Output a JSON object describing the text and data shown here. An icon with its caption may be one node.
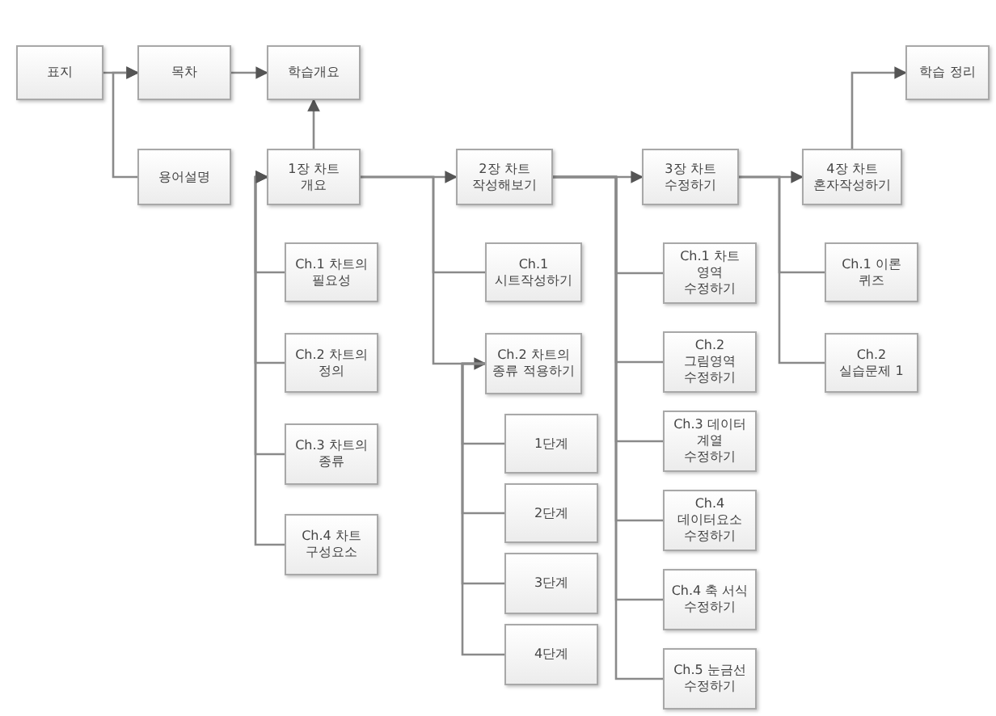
{
  "diagram": {
    "nodes": [
      {
        "text": [
          "표지"
        ]
      },
      {
        "text": [
          "목차"
        ]
      },
      {
        "text": [
          "학습개요"
        ]
      },
      {
        "text": [
          "용어설명"
        ]
      },
      {
        "text": [
          "1장 차트 개요"
        ]
      },
      {
        "text": [
          "Ch.1 차트의 필요성"
        ]
      },
      {
        "text": [
          "Ch.2 차트의 정의"
        ]
      },
      {
        "text": [
          "Ch.3 차트의 종류"
        ]
      },
      {
        "text": [
          "Ch.4 차트 구성요소"
        ]
      },
      {
        "text": [
          "2장 차트 작성해보기"
        ]
      },
      {
        "text": [
          "Ch.1 시트작성하기"
        ]
      },
      {
        "text": [
          "Ch.2 차트의 종류 적용하기"
        ]
      },
      {
        "text": [
          "1단계"
        ]
      },
      {
        "text": [
          "2단계"
        ]
      },
      {
        "text": [
          "3단계"
        ]
      },
      {
        "text": [
          "4단계"
        ]
      },
      {
        "text": [
          "3장 차트 수정하기"
        ]
      },
      {
        "text": [
          "Ch.1 차트 영역 수정하기"
        ]
      },
      {
        "text": [
          "Ch.2 그림영역 수정하기"
        ]
      },
      {
        "text": [
          "Ch.3 데이터 계열 수정하기"
        ]
      },
      {
        "text": [
          "Ch.4 데이터요소 수정하기"
        ]
      },
      {
        "text": [
          "Ch.4 축 서식 수정하기"
        ]
      },
      {
        "text": [
          "Ch.5 눈금선 수정하기"
        ]
      },
      {
        "text": [
          "4장 차트 혼자작성하기"
        ]
      },
      {
        "text": [
          "Ch.1 이론 퀴즈"
        ]
      },
      {
        "text": [
          "Ch.2 실습문제 1"
        ]
      },
      {
        "text": [
          "학습 정리"
        ]
      }
    ],
    "edges": [
      {
        "from": 0,
        "to": 1,
        "arrow": "to"
      },
      {
        "from": 3,
        "to": 1,
        "arrow": "to"
      },
      {
        "from": 1,
        "to": 2,
        "arrow": "to"
      },
      {
        "from": 4,
        "to": 2,
        "arrow": "to"
      },
      {
        "from": 5,
        "to": 4,
        "arrow": "to"
      },
      {
        "from": 6,
        "to": 4,
        "arrow": "to"
      },
      {
        "from": 7,
        "to": 4,
        "arrow": "to"
      },
      {
        "from": 8,
        "to": 4,
        "arrow": "to"
      },
      {
        "from": 4,
        "to": 9,
        "arrow": "to"
      },
      {
        "from": 4,
        "to": 10,
        "arrow": "none"
      },
      {
        "from": 4,
        "to": 11,
        "arrow": "to"
      },
      {
        "from": 11,
        "to": 12,
        "arrow": "none"
      },
      {
        "from": 11,
        "to": 13,
        "arrow": "none"
      },
      {
        "from": 11,
        "to": 14,
        "arrow": "none"
      },
      {
        "from": 11,
        "to": 15,
        "arrow": "none"
      },
      {
        "from": 9,
        "to": 16,
        "arrow": "to"
      },
      {
        "from": 9,
        "to": 17,
        "arrow": "none"
      },
      {
        "from": 9,
        "to": 18,
        "arrow": "none"
      },
      {
        "from": 9,
        "to": 19,
        "arrow": "none"
      },
      {
        "from": 9,
        "to": 20,
        "arrow": "none"
      },
      {
        "from": 9,
        "to": 21,
        "arrow": "none"
      },
      {
        "from": 9,
        "to": 22,
        "arrow": "none"
      },
      {
        "from": 16,
        "to": 23,
        "arrow": "to"
      },
      {
        "from": 16,
        "to": 24,
        "arrow": "none"
      },
      {
        "from": 16,
        "to": 25,
        "arrow": "none"
      },
      {
        "from": 23,
        "to": 26,
        "arrow": "to"
      }
    ]
  }
}
